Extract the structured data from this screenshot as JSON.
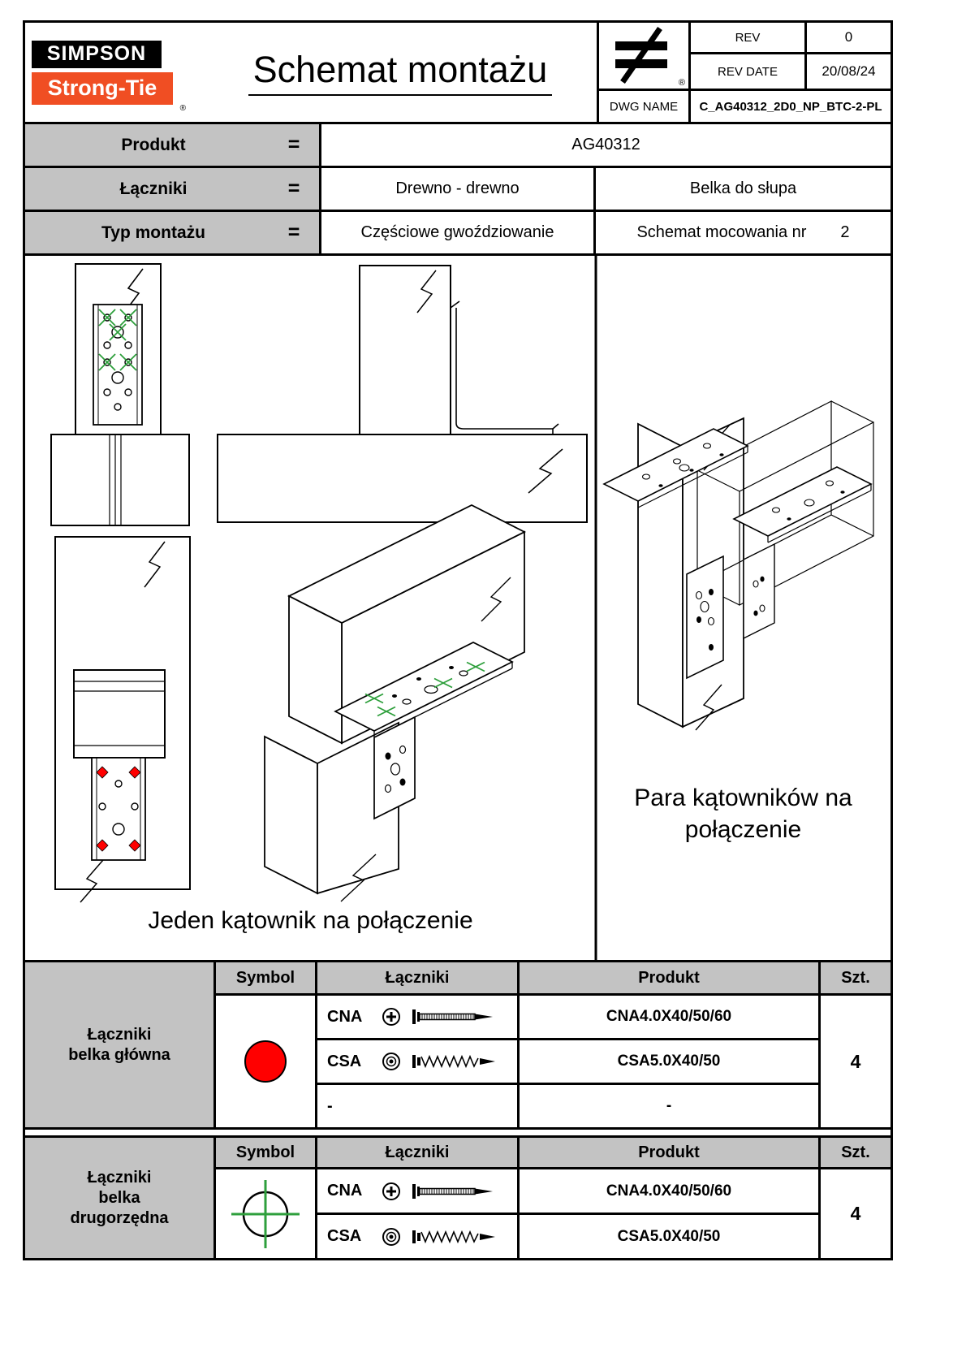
{
  "header": {
    "logo_line1": "SIMPSON",
    "logo_line2": "Strong-Tie",
    "logo_registered": "®",
    "title": "Schemat montażu",
    "neq_registered": "®",
    "rev_label": "REV",
    "rev_value": "0",
    "rev_date_label": "REV DATE",
    "rev_date_value": "20/08/24",
    "dwg_label": "DWG NAME",
    "dwg_value": "C_AG40312_2D0_NP_BTC-2-PL"
  },
  "info_rows": [
    {
      "label": "Produkt",
      "eq": "=",
      "value_full": "AG40312"
    },
    {
      "label": "Łączniki",
      "eq": "=",
      "value_left": "Drewno - drewno",
      "value_right": "Belka do słupa"
    },
    {
      "label": "Typ montażu",
      "eq": "=",
      "value_left": "Częściowe gwoździowanie",
      "value_right": "Schemat mocowania nr",
      "value_right_num": "2"
    }
  ],
  "captions": {
    "left": "Jeden kątownik na połączenie",
    "right": "Para kątowników na\npołączenie"
  },
  "table_main": {
    "label": "Łączniki\nbelka główna",
    "headers": {
      "symbol": "Symbol",
      "fasteners": "Łączniki",
      "product": "Produkt",
      "qty": "Szt."
    },
    "symbol_icon": "red-filled-circle",
    "rows": [
      {
        "code": "CNA",
        "head_icon": "cna-nail-head",
        "shaft_icon": "nail-side-view",
        "product": "CNA4.0X40/50/60"
      },
      {
        "code": "CSA",
        "head_icon": "csa-screw-head",
        "shaft_icon": "screw-side-view",
        "product": "CSA5.0X40/50"
      },
      {
        "code": "-",
        "head_icon": "",
        "shaft_icon": "",
        "product": "-"
      }
    ],
    "qty": "4"
  },
  "table_secondary": {
    "label": "Łączniki\nbelka\ndrugorzędna",
    "headers": {
      "symbol": "Symbol",
      "fasteners": "Łączniki",
      "product": "Produkt",
      "qty": "Szt."
    },
    "symbol_icon": "green-crosshair-circle",
    "rows": [
      {
        "code": "CNA",
        "head_icon": "cna-nail-head",
        "shaft_icon": "nail-side-view",
        "product": "CNA4.0X40/50/60"
      },
      {
        "code": "CSA",
        "head_icon": "csa-screw-head",
        "shaft_icon": "screw-side-view",
        "product": "CSA5.0X40/50"
      }
    ],
    "qty": "4"
  },
  "icons": {
    "not_equal": "not-equal-sign",
    "main_symbol": "red-filled-circle",
    "secondary_symbol": "green-crosshair-circle"
  },
  "colors": {
    "accent_orange": "#F04E23",
    "symbol_red": "#FF0000",
    "marker_green": "#2E9F3C",
    "cell_gray": "#C3C3C3"
  }
}
